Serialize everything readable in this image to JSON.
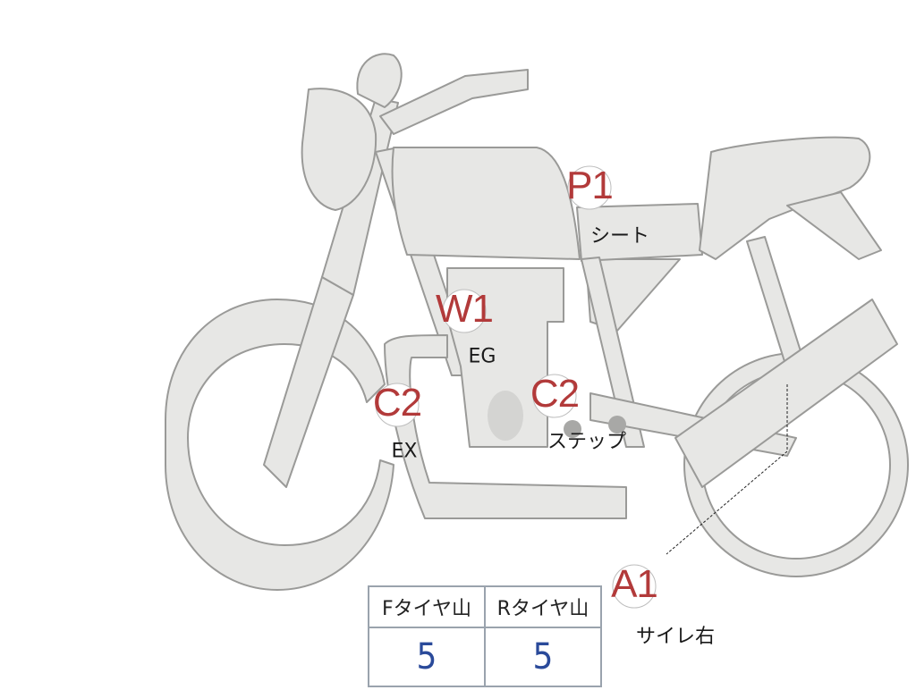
{
  "markers": [
    {
      "code": "P1",
      "label": "シート"
    },
    {
      "code": "W1",
      "label": "EG"
    },
    {
      "code": "C2",
      "label": "EX"
    },
    {
      "code": "C2",
      "label": "ステップ"
    },
    {
      "code": "A1",
      "label": "サイレ右"
    }
  ],
  "tire_table": {
    "headers": [
      "Fタイヤ山",
      "Rタイヤ山"
    ],
    "values": [
      "5",
      "5"
    ]
  },
  "colors": {
    "body_fill": "#e7e7e5",
    "outline": "#9a9a98",
    "marker_text": "#b23a3a",
    "value_text": "#2a4a9a",
    "table_border": "#9aa3ad"
  }
}
